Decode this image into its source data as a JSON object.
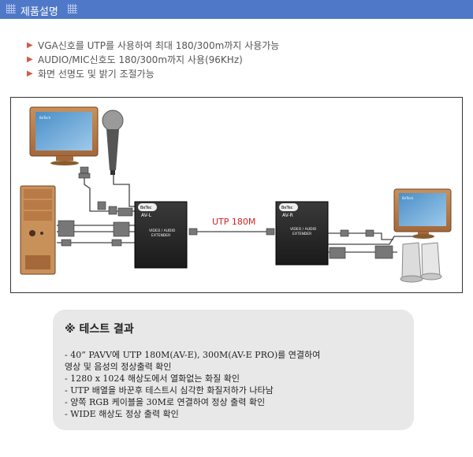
{
  "header": {
    "title": "제품설명"
  },
  "features": [
    "VGA신호를 UTP를 사용하여 최대 180/300m까지 사용가능",
    "AUDIO/MIC신호도 180/300m까지 사용(96KHz)",
    "화면 선명도 및 밝기 조절가능"
  ],
  "diagram": {
    "left_unit": {
      "logo": "BeTec",
      "model": "AV-L",
      "label1": "VIDEO / AUDIO",
      "label2": "EXTENDER"
    },
    "right_unit": {
      "logo": "BeTec",
      "model": "AV-R",
      "label1": "VIDEO / AUDIO",
      "label2": "EXTENDER"
    },
    "cable_label": "UTP 180M",
    "monitor_logo": "BeTech"
  },
  "result": {
    "title": "※ 테스트 결과",
    "lines": [
      "- 40” PAVV에 UTP 180M(AV-E), 300M(AV-E PRO)를 연결하여",
      "   영상 및 음성의 정상출력 확인",
      "- 1280 x 1024 해상도에서 열화없는 화질 확인",
      "- UTP 배열을 바꾼후 테스트시 심각한 화질저하가 나타남",
      "- 양쪽 RGB 케이블을 30M로 연결하여 정상 출력 확인",
      "- WIDE 해상도 정상 출력 확인"
    ]
  }
}
